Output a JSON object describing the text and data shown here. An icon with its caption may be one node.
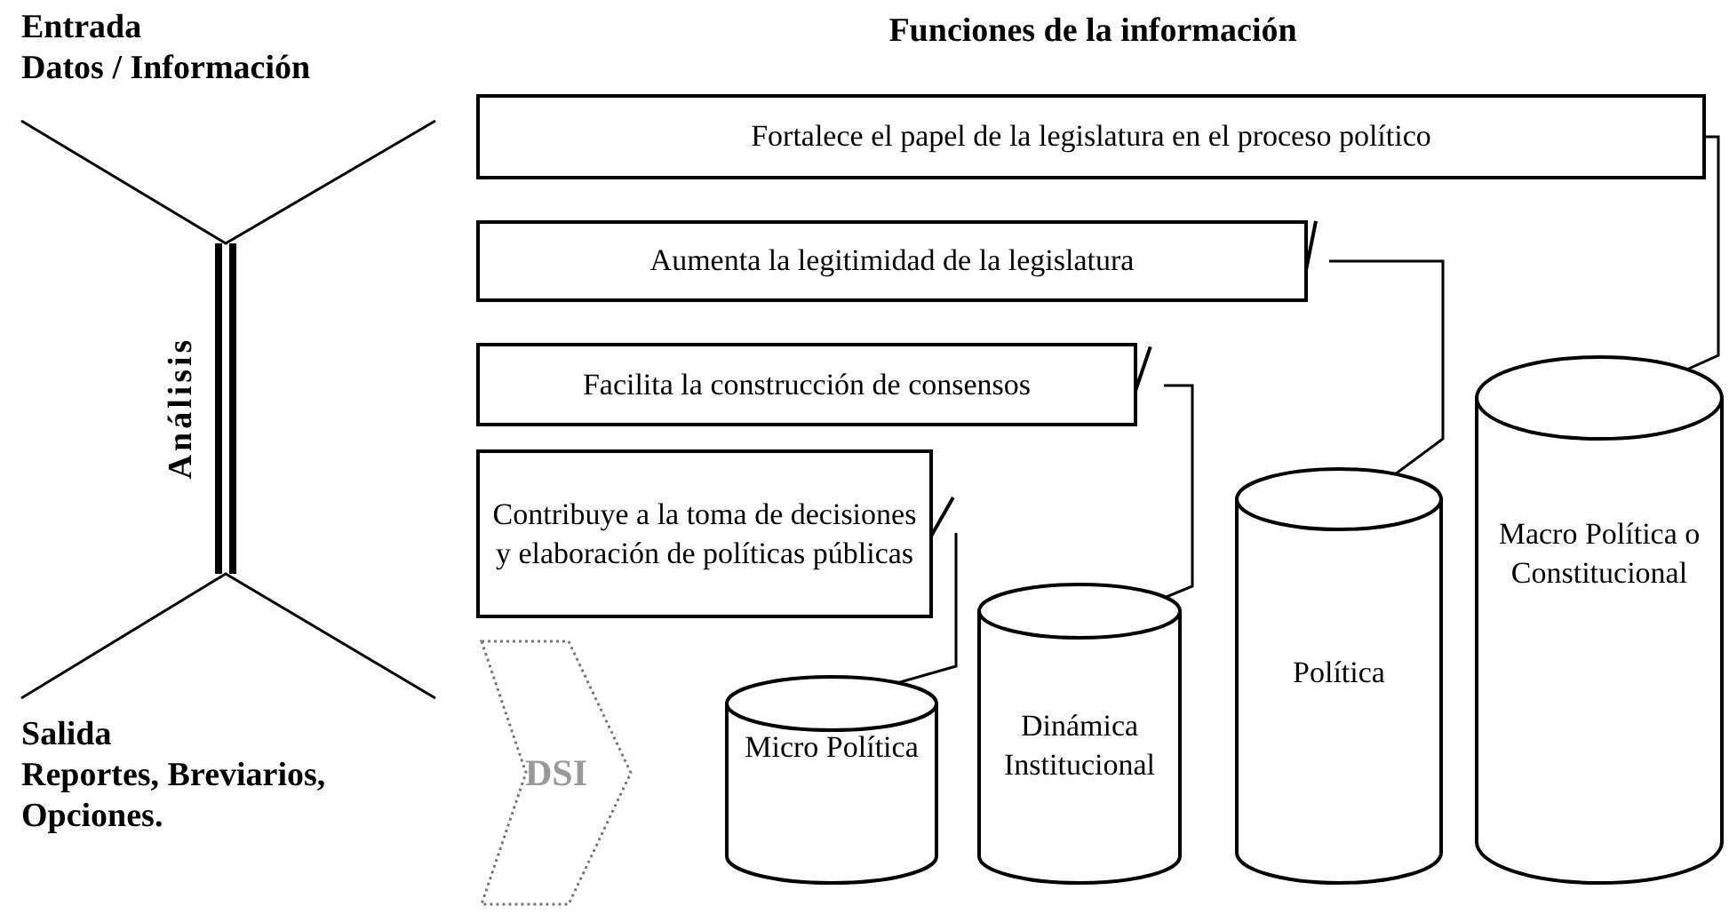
{
  "diagram": {
    "title": "Funciones de la información",
    "nodes": [
      {
        "text": [
          "Fortalece el papel de la legislatura en el proceso político"
        ]
      },
      {
        "text": [
          "Aumenta la legitimidad de la legislatura"
        ]
      },
      {
        "text": [
          "Facilita la construcción de consensos"
        ]
      },
      {
        "text": [
          "Contribuye a la toma de decisiones y elaboración de políticas públicas"
        ]
      },
      {
        "text": [
          "DSI"
        ]
      },
      {
        "text": [
          "Micro Política"
        ]
      },
      {
        "text": [
          "Dinámica Institucional"
        ]
      },
      {
        "text": [
          "Política"
        ]
      },
      {
        "text": [
          "Macro Política o Constitucional"
        ]
      }
    ],
    "edges": [
      {
        "from": 0,
        "to": 8,
        "arrow": "none"
      },
      {
        "from": 1,
        "to": 7,
        "arrow": "other"
      },
      {
        "from": 2,
        "to": 6,
        "arrow": "other"
      },
      {
        "from": 3,
        "to": 5,
        "arrow": "other"
      }
    ],
    "labels": [
      "Entrada",
      "Datos / Información",
      "Análisis",
      "Salida",
      "Reportes, Breviarios, Opciones."
    ]
  }
}
